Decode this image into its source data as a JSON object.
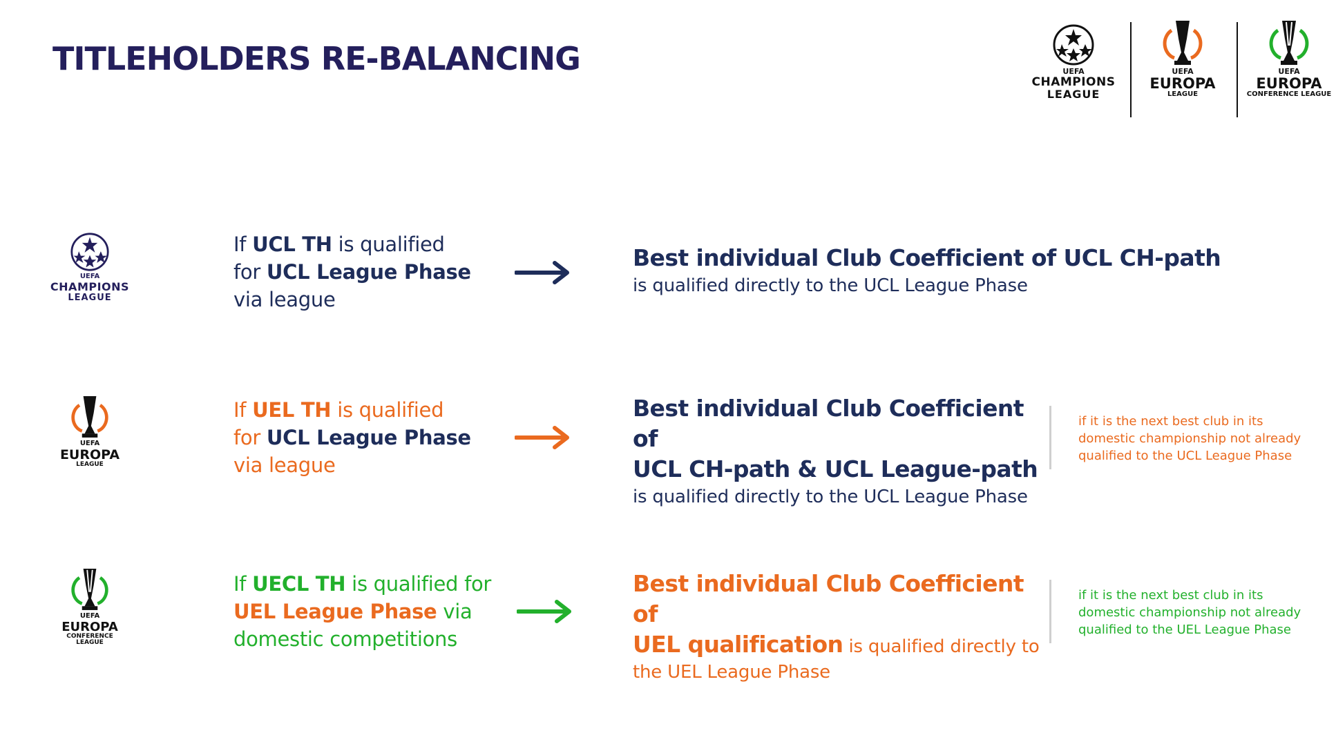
{
  "title": "TITLEHOLDERS RE-BALANCING",
  "colors": {
    "navy": "#1e2d5a",
    "title": "#241f5c",
    "orange": "#ea6a1f",
    "green": "#22b02c"
  },
  "header_logos": [
    {
      "icon": "champions-league-starball-icon",
      "uefa": "UEFA",
      "name": "CHAMPIONS",
      "sub": "LEAGUE"
    },
    {
      "icon": "europa-league-trophy-icon",
      "uefa": "UEFA",
      "name": "EUROPA",
      "sub": "LEAGUE"
    },
    {
      "icon": "conference-league-trophy-icon",
      "uefa": "UEFA",
      "name": "EUROPA",
      "sub": "CONFERENCE LEAGUE"
    }
  ],
  "rows": [
    {
      "logo": {
        "uefa": "UEFA",
        "name": "CHAMPIONS",
        "sub": "LEAGUE"
      },
      "cond": {
        "p1": "If ",
        "b1": "UCL TH",
        "p2": " is qualified",
        "p3": "for ",
        "b2": "UCL League Phase",
        "p4": "via league"
      },
      "result": {
        "title": "Best individual Club Coefficient of UCL CH-path",
        "sub": "is qualified directly to the UCL League Phase"
      }
    },
    {
      "logo": {
        "uefa": "UEFA",
        "name": "EUROPA",
        "sub": "LEAGUE"
      },
      "cond": {
        "p1": "If ",
        "b1": "UEL TH",
        "p2": " is qualified",
        "p3": "for ",
        "b2": "UCL League Phase",
        "p4": "via league"
      },
      "result": {
        "title_l1": "Best individual Club Coefficient of",
        "title_l2": "UCL CH-path & UCL League-path",
        "sub": "is qualified directly to the UCL League Phase"
      },
      "note": {
        "l1": "if it is the next best club in its",
        "l2": "domestic championship not already",
        "l3": "qualified to the UCL League Phase"
      }
    },
    {
      "logo": {
        "uefa": "UEFA",
        "name": "EUROPA",
        "sub1": "CONFERENCE",
        "sub2": "LEAGUE"
      },
      "cond": {
        "p1": "If ",
        "b1": "UECL TH",
        "p2": " is qualified for",
        "b2": "UEL League Phase",
        "p3": " via",
        "p4": "domestic competitions"
      },
      "result": {
        "title_l1": "Best individual Club Coefficient of",
        "title_l2": "UEL qualification",
        "sub_inline": " is qualified directly to",
        "sub_l2": "the UEL League Phase"
      },
      "note": {
        "l1": "if it is the next best club in its",
        "l2": "domestic championship not already",
        "l3": "qualified to the UEL League Phase"
      }
    }
  ]
}
